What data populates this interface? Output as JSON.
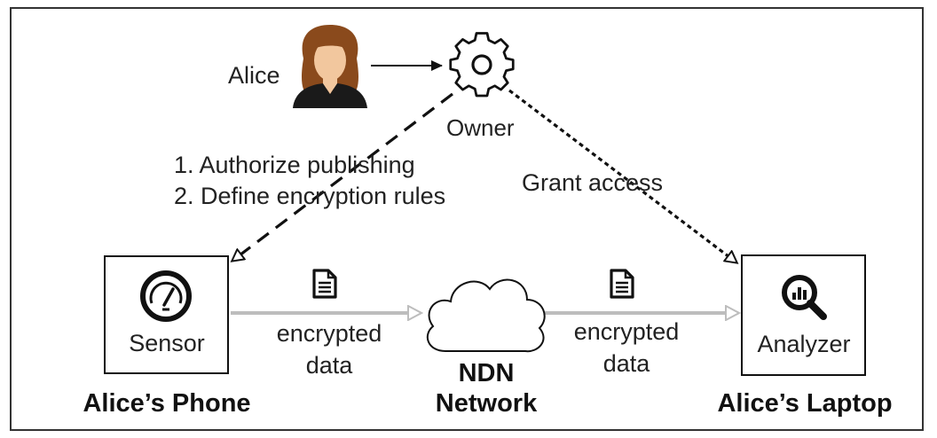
{
  "actors": {
    "user": {
      "name": "Alice",
      "icon": "person-icon"
    },
    "owner": {
      "label": "Owner",
      "icon": "gear-icon"
    }
  },
  "steps": {
    "line1": "1. Authorize publishing",
    "line2": "2. Define encryption rules"
  },
  "grant_label": "Grant access",
  "phone": {
    "device_label": "Alice’s Phone",
    "app_label": "Sensor",
    "icon": "gauge-icon"
  },
  "laptop": {
    "device_label": "Alice’s Laptop",
    "app_label": "Analyzer",
    "icon": "magnifier-chart-icon"
  },
  "network": {
    "line1": "NDN",
    "line2": "Network",
    "icon": "cloud-icon"
  },
  "data_flow": {
    "left": {
      "line1": "encrypted",
      "line2": "data",
      "icon": "document-icon"
    },
    "right": {
      "line1": "encrypted",
      "line2": "data",
      "icon": "document-icon"
    }
  },
  "colors": {
    "arrow_gray": "#bdbdbd",
    "stroke": "#111111",
    "skin": "#f2c79e",
    "hair": "#8a4a1c",
    "shirt": "#1a1a1a"
  }
}
